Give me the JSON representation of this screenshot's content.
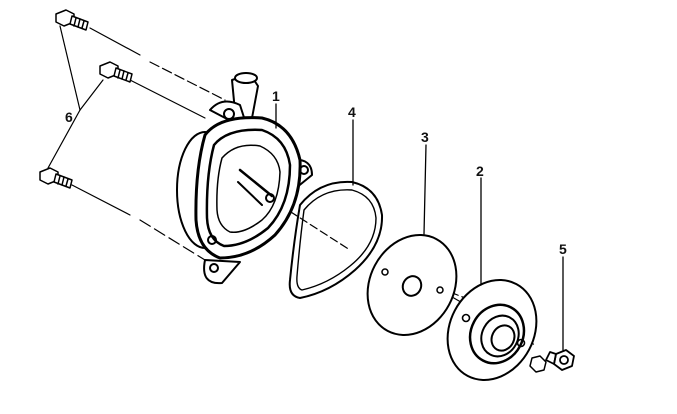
{
  "callouts": {
    "housing": "1",
    "cover_plate": "2",
    "gasket_disc": "3",
    "o_ring": "4",
    "screw": "5",
    "bolts": "6"
  },
  "colors": {
    "line": "#000000",
    "fill": "#ffffff",
    "shade": "#d0d0d0"
  }
}
